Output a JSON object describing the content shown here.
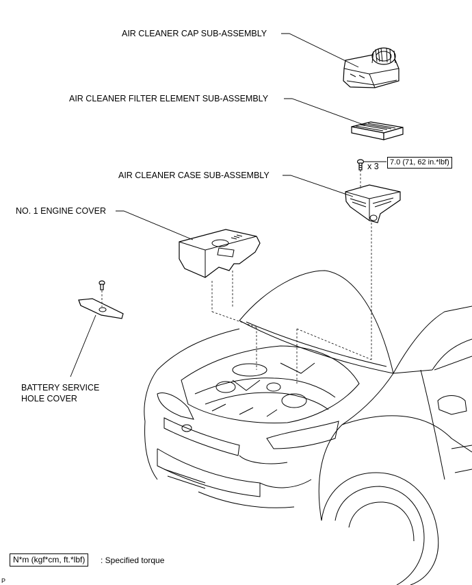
{
  "labels": {
    "air_cleaner_cap": "AIR CLEANER CAP SUB-ASSEMBLY",
    "filter_element": "AIR CLEANER FILTER ELEMENT SUB-ASSEMBLY",
    "air_cleaner_case": "AIR CLEANER CASE SUB-ASSEMBLY",
    "engine_cover": "NO. 1 ENGINE COVER",
    "battery_cover_line1": "BATTERY SERVICE",
    "battery_cover_line2": "HOLE COVER"
  },
  "torque": {
    "value": "7.0 (71, 62 in.*lbf)",
    "quantity": "x 3"
  },
  "legend": {
    "box_text": "N*m (kgf*cm, ft.*lbf)",
    "description": ": Specified torque"
  },
  "corner_mark": "P"
}
